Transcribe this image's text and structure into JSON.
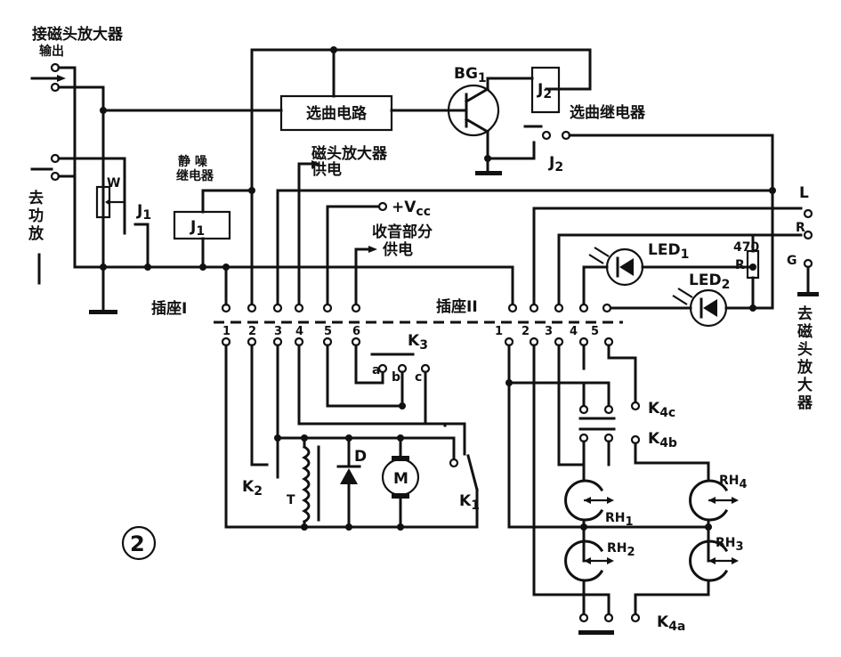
{
  "figure_number": "2",
  "labels": {
    "head_amp_out_line1": "接磁头放大器",
    "head_amp_out_line2": "输出",
    "to_power_amp_1": "去",
    "to_power_amp_2": "功",
    "to_power_amp_3": "放",
    "pot": "W",
    "j1": "J",
    "j1_sub": "1",
    "mute_relay_1": "静  噪",
    "mute_relay_2": "继电器",
    "j1_box": "J",
    "j1_box_sub": "1",
    "track_circuit": "选曲电路",
    "bg1": "BG",
    "bg1_sub": "1",
    "j2_box": "J",
    "j2_box_sub": "2",
    "track_relay": "选曲继电器",
    "j2_contact": "J",
    "j2_contact_sub": "2",
    "head_amp_supply_1": "磁头放大器",
    "head_amp_supply_2": "供电",
    "vcc": "+V",
    "vcc_sub": "cc",
    "radio_supply_1": "收音部分",
    "radio_supply_2": "供电",
    "socket1": "插座I",
    "socket2": "插座II",
    "L": "L",
    "R": "R",
    "G": "G",
    "led1": "LED",
    "led1_sub": "1",
    "led2": "LED",
    "led2_sub": "2",
    "res470": "470",
    "resR": "R",
    "to_head_amp": [
      "去",
      "磁",
      "头",
      "放",
      "大",
      "器"
    ],
    "k3": "K",
    "k3_sub": "3",
    "k3_a": "a",
    "k3_b": "b",
    "k3_c": "c",
    "k2": "K",
    "k2_sub": "2",
    "k1": "K",
    "k1_sub": "1",
    "T": "T",
    "D": "D",
    "M": "M",
    "k4c": "K",
    "k4c_sub": "4c",
    "k4b": "K",
    "k4b_sub": "4b",
    "k4a": "K",
    "k4a_sub": "4a",
    "rh1": "RH",
    "rh1_sub": "1",
    "rh2": "RH",
    "rh2_sub": "2",
    "rh3": "RH",
    "rh3_sub": "3",
    "rh4": "RH",
    "rh4_sub": "4"
  },
  "socket1_pins": [
    "1",
    "2",
    "3",
    "4",
    "5",
    "6"
  ],
  "socket2_pins": [
    "1",
    "2",
    "3",
    "4",
    "5"
  ]
}
